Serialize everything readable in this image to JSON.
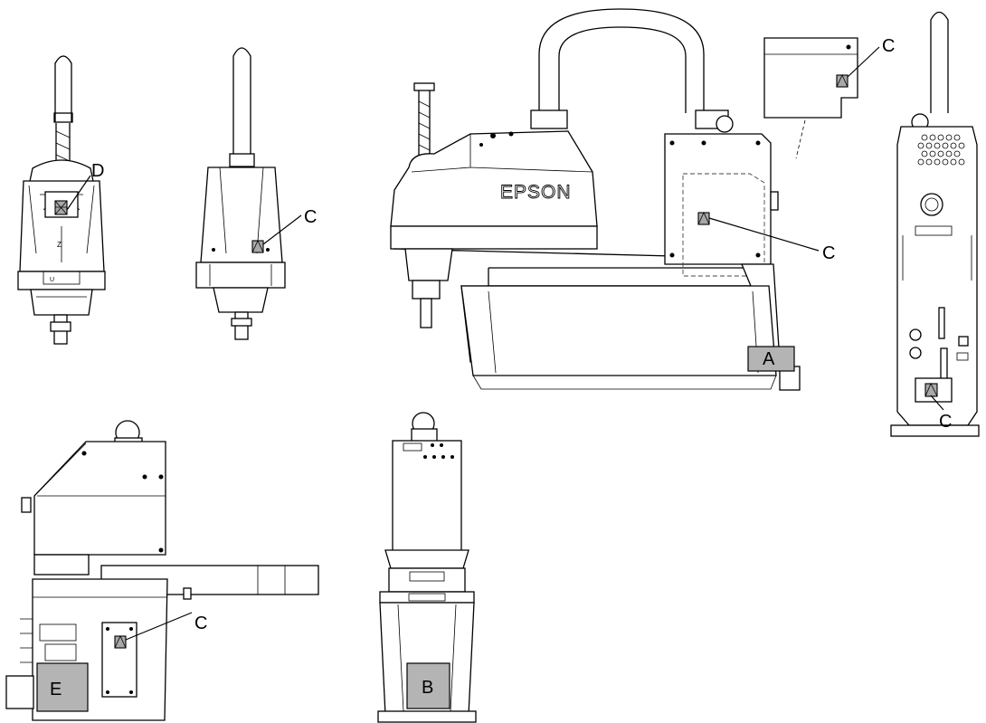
{
  "brand": "EPSON",
  "labels": {
    "A": "A",
    "B": "B",
    "C": "C",
    "D": "D",
    "E": "E"
  },
  "colors": {
    "label_fill": "#b4b4b4",
    "line": "#000000",
    "background": "#ffffff"
  }
}
